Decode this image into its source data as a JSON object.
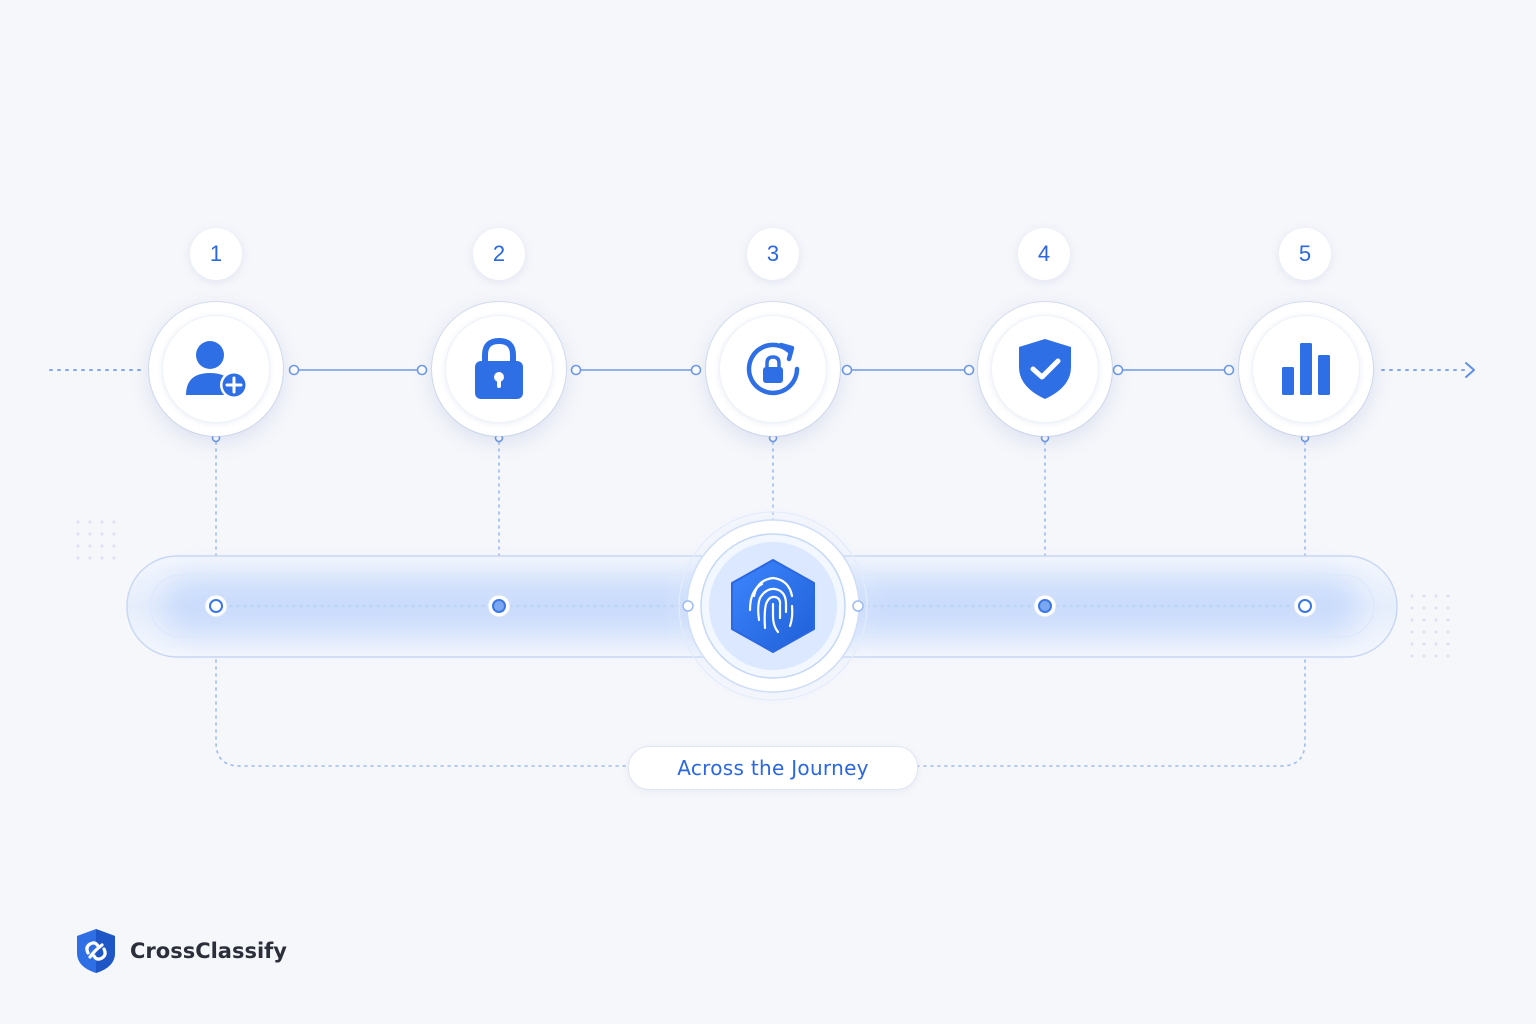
{
  "steps": [
    {
      "number": "1",
      "icon": "user-plus-icon"
    },
    {
      "number": "2",
      "icon": "padlock-icon"
    },
    {
      "number": "3",
      "icon": "rotate-lock-icon"
    },
    {
      "number": "4",
      "icon": "shield-check-icon"
    },
    {
      "number": "5",
      "icon": "bar-chart-icon"
    }
  ],
  "center_hub": {
    "icon": "fingerprint-hexagon-icon"
  },
  "journey_label": "Across the Journey",
  "brand": {
    "name": "CrossClassify",
    "icon": "crossclassify-logo-icon"
  },
  "colors": {
    "accent": "#2a67e0",
    "accent_light": "#4d8bf5",
    "background": "#f6f7fb",
    "brand_text": "#2b2f3a"
  }
}
